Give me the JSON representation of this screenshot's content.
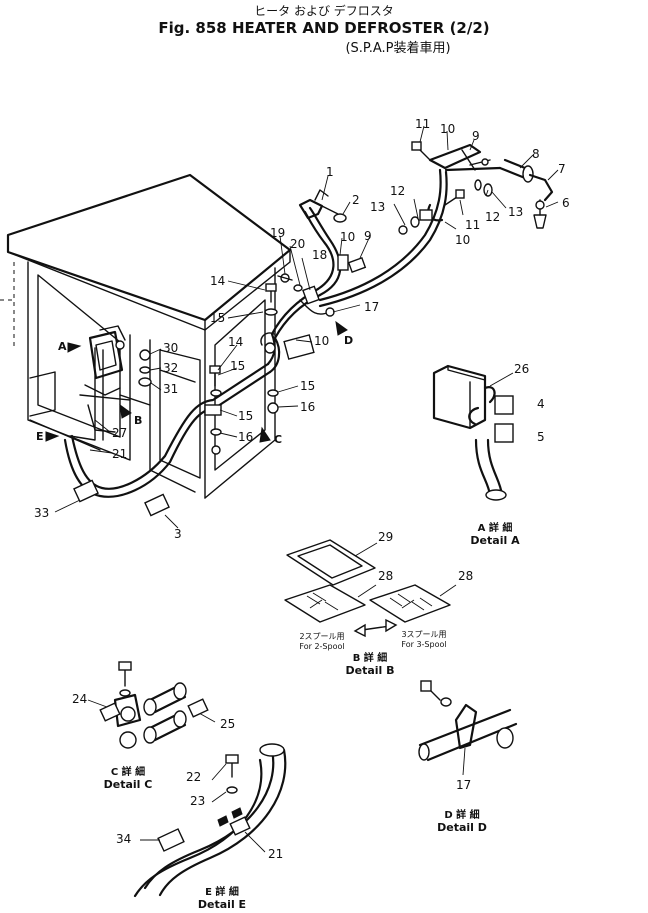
{
  "title": {
    "jp": "ヒータ および デフロスタ",
    "main": "Fig. 858  HEATER  AND  DEFROSTER (2/2)",
    "sub": "(S.P.A.P装着車用)"
  },
  "part_numbers": [
    "1",
    "2",
    "3",
    "4",
    "5",
    "6",
    "7",
    "8",
    "9",
    "9",
    "10",
    "10",
    "10",
    "10",
    "11",
    "11",
    "12",
    "12",
    "13",
    "13",
    "14",
    "14",
    "15",
    "15",
    "15",
    "15",
    "16",
    "16",
    "17",
    "18",
    "19",
    "20",
    "21",
    "21",
    "22",
    "23",
    "24",
    "25",
    "26",
    "27",
    "28",
    "28",
    "29",
    "30",
    "31",
    "32",
    "33",
    "34"
  ],
  "arrow_labels": {
    "a": "A",
    "b": "B",
    "c": "C",
    "d": "D",
    "e": "E"
  },
  "details": {
    "a_jp": "A 詳 細",
    "a_en": "Detail  A",
    "b_jp": "B 詳 細",
    "b_en": "Detail  B",
    "c_jp": "C 詳 細",
    "c_en": "Detail  C",
    "d_jp": "D 詳 細",
    "d_en": "Detail  D",
    "e_jp": "E 詳 細",
    "e_en": "Detail  E"
  },
  "spool": {
    "two_jp": "2スプール用",
    "two_en": "For 2-Spool",
    "three_jp": "3スプール用",
    "three_en": "For 3-Spool"
  }
}
